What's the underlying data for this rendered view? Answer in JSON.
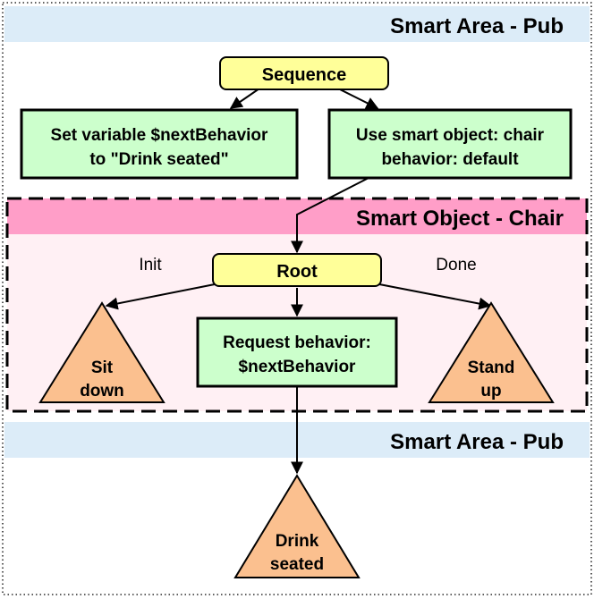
{
  "areas": {
    "top_header": "Smart Area - Pub",
    "bottom_header": "Smart Area - Pub",
    "object_header": "Smart Object - Chair"
  },
  "nodes": {
    "sequence": "Sequence",
    "set_variable": [
      "Set variable $nextBehavior",
      "to \"Drink seated\""
    ],
    "use_smart_object": [
      "Use smart object: chair",
      "behavior: default"
    ],
    "root": "Root",
    "request_behavior": [
      "Request behavior:",
      "$nextBehavior"
    ],
    "sit_down": [
      "Sit",
      "down"
    ],
    "stand_up": [
      "Stand",
      "up"
    ],
    "drink_seated": [
      "Drink",
      "seated"
    ]
  },
  "edge_labels": {
    "init": "Init",
    "done": "Done"
  },
  "colors": {
    "area_header": "#dcecf8",
    "object_header": "#ff9ec8",
    "object_body": "#fff0f4",
    "selector_fill": "#ffff99",
    "action_fill": "#ccffcc",
    "triangle_fill": "#fbc08f"
  }
}
